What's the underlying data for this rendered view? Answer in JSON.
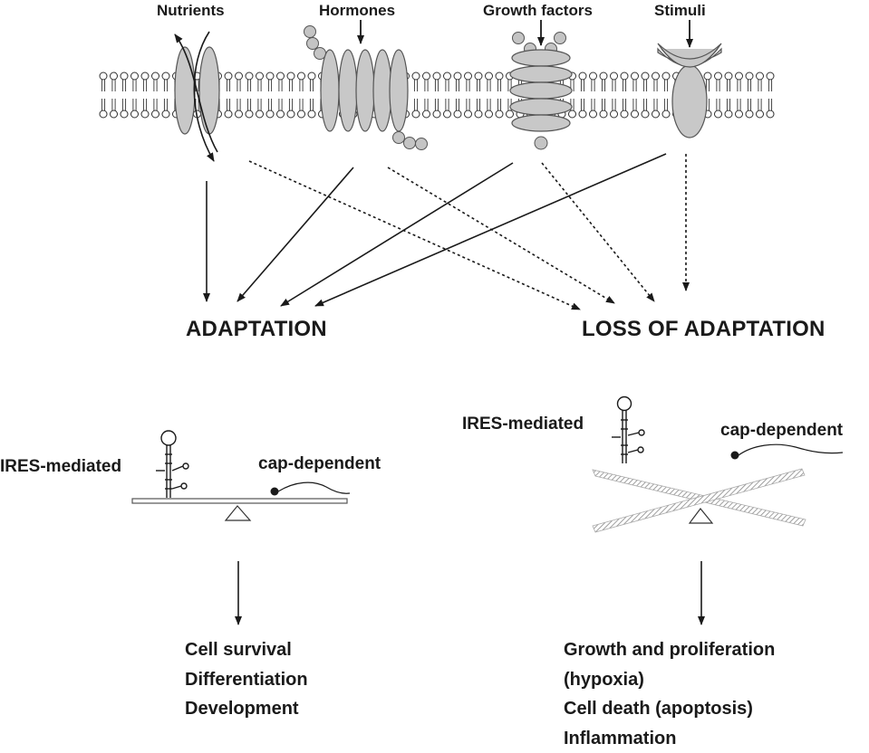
{
  "stimuli": {
    "nutrients": "Nutrients",
    "hormones": "Hormones",
    "growth_factors": "Growth factors",
    "stimuli": "Stimuli"
  },
  "outcomes": {
    "adaptation": "ADAPTATION",
    "loss_of_adaptation": "LOSS OF ADAPTATION"
  },
  "balance_left": {
    "ires_label": "IRES-mediated",
    "cap_label": "cap-dependent",
    "results": [
      "Cell survival",
      "Differentiation",
      "Development"
    ]
  },
  "balance_right": {
    "ires_label": "IRES-mediated",
    "cap_label": "cap-dependent",
    "results": [
      "Growth and proliferation",
      "(hypoxia)",
      "Cell death (apoptosis)",
      "Inflammation"
    ]
  }
}
